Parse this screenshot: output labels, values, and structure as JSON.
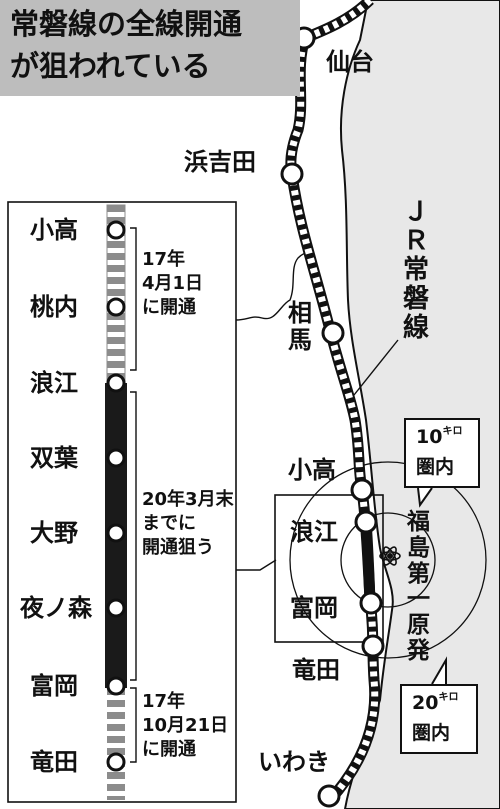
{
  "title": {
    "line1": "常磐線の全線開通",
    "line2": "が狙われている"
  },
  "line_label": [
    "Ｊ",
    "Ｒ",
    "常",
    "磐",
    "線"
  ],
  "plant_label": [
    "福",
    "島",
    "第",
    "一",
    "原",
    "発"
  ],
  "zones": {
    "z10": {
      "value": "10",
      "unit": "キロ",
      "suffix": "圏内"
    },
    "z20": {
      "value": "20",
      "unit": "キロ",
      "suffix": "圏内"
    }
  },
  "map_stations": {
    "sendai": "仙台",
    "hamayoshida": "浜吉田",
    "soma": [
      "相",
      "馬"
    ],
    "odaka": "小高",
    "namie": "浪江",
    "tomioka": "富岡",
    "tatsuta": "竜田",
    "iwaki": "いわき"
  },
  "inset": {
    "stations": [
      "小高",
      "桃内",
      "浪江",
      "双葉",
      "大野",
      "夜ノ森",
      "富岡",
      "竜田"
    ],
    "notes": [
      {
        "lines": [
          "17年",
          "4月1日",
          "に開通"
        ],
        "status": "open"
      },
      {
        "lines": [
          "20年3月末",
          "までに",
          "開通狙う"
        ],
        "status": "planned"
      },
      {
        "lines": [
          "17年",
          "10月21日",
          "に開通"
        ],
        "status": "open"
      }
    ]
  },
  "colors": {
    "title_bg": "#bdbdbd",
    "sea": "#e8e8e8",
    "ink": "#111111",
    "opened_track": "#8c8c8c",
    "closed_track": "#1a1a1a"
  },
  "icons": [
    "nuclear-plant-icon"
  ]
}
